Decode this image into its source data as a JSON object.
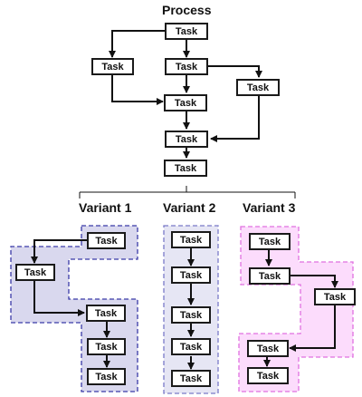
{
  "title": "Process",
  "task_label": "Task",
  "variants": [
    "Variant 1",
    "Variant 2",
    "Variant 3"
  ],
  "colors": {
    "variant1_fill": "#d9d8ee",
    "variant1_border": "#3a3aa8",
    "variant2_fill": "#e6e6f4",
    "variant2_border": "#7a7ac8",
    "variant3_fill": "#fcdcfc",
    "variant3_border": "#e070e0"
  }
}
